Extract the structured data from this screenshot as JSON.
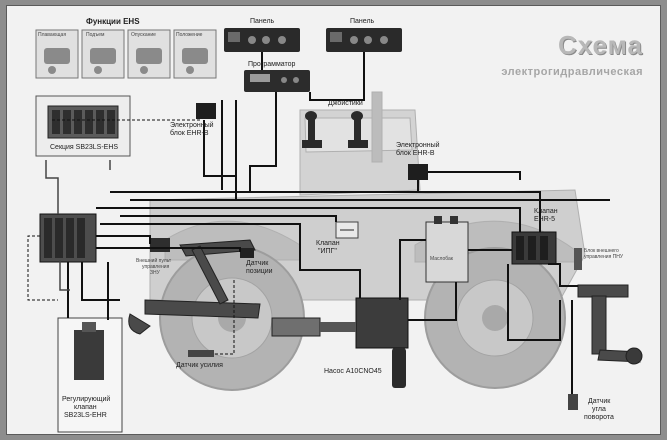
{
  "title": "Схема",
  "subtitle": "электрогидравлическая",
  "ehs_functions": {
    "heading": "Функции EHS",
    "captions": [
      "Плавающая",
      "Подъем",
      "Опускание",
      "Положение"
    ]
  },
  "labels": {
    "panel_left": "Панель",
    "panel_right": "Панель",
    "programmer": "Программатор",
    "joysticks": "Джойстики",
    "ehr_block_left": [
      "Электронный",
      "блок EHR-B"
    ],
    "ehr_block_right": [
      "Электронный",
      "блок EHR-B"
    ],
    "section": "Секция SB23LS-EHS",
    "valve_ehr5": [
      "Клапан",
      "EHR-5"
    ],
    "valve_ipg": [
      "Клапан",
      "\"ИПГ\""
    ],
    "oil_tank": "Маслобак",
    "position_sensor": [
      "Датчик",
      "позиции"
    ],
    "external_control_left": [
      "Внешний пульт",
      "управления",
      "ЗНУ"
    ],
    "external_control_right": [
      "Блок внешнего",
      "управления ПНУ"
    ],
    "force_sensor": "Датчик усилия",
    "pump": "Насос A10CNO45",
    "angle_sensor": [
      "Датчик",
      "угла",
      "поворота"
    ],
    "regulating_valve": [
      "Регулирующий",
      "клапан",
      "SB23LS-EHR"
    ]
  },
  "colors": {
    "frame_border": "#5a5a5a",
    "background": "#f2f2f2",
    "lines": "#111111",
    "tractor": "#c4c4c4"
  }
}
